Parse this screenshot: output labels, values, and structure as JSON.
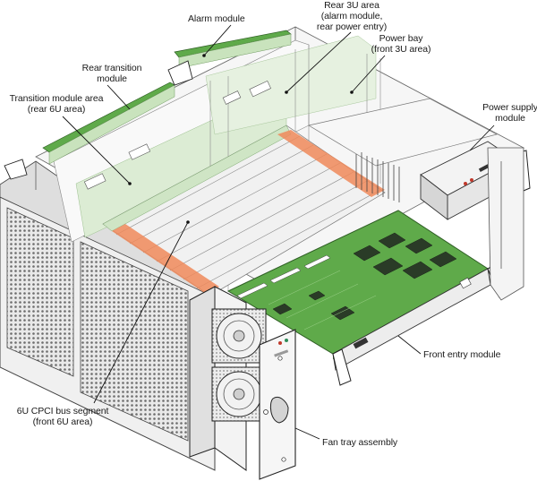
{
  "labels": {
    "alarm_module": "Alarm module",
    "rear_3u_line1": "Rear 3U area",
    "rear_3u_line2": "(alarm module,",
    "rear_3u_line3": "rear power entry)",
    "power_bay_line1": "Power bay",
    "power_bay_line2": "(front 3U area)",
    "rear_transition_line1": "Rear transition",
    "rear_transition_line2": "module",
    "transition_area_line1": "Transition module area",
    "transition_area_line2": "(rear 6U area)",
    "power_supply_line1": "Power supply",
    "power_supply_line2": "module",
    "front_entry": "Front entry module",
    "cpci_line1": "6U CPCI bus segment",
    "cpci_line2": "(front 6U area)",
    "fan_tray": "Fan tray assembly"
  },
  "colors": {
    "board_green": "#5faa4a",
    "board_green_dark": "#3f7f32",
    "chassis_fill": "#f2f2f2",
    "panel_gray": "#d9d9d9",
    "accent_orange": "#f08a5a",
    "pale_green": "#c9e3bd"
  }
}
